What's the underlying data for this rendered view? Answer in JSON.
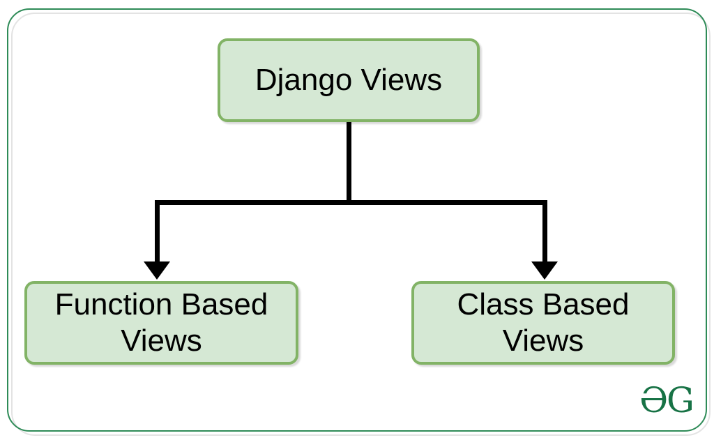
{
  "diagram": {
    "root": {
      "label": "Django Views"
    },
    "children": [
      {
        "label": "Function Based Views"
      },
      {
        "label": "Class Based Views"
      }
    ]
  },
  "logo": {
    "text": "ƏG"
  },
  "colors": {
    "frame_green": "#2e8b57",
    "frame_shadow": "#e3e3e3",
    "node_fill": "#d5e8d4",
    "node_stroke": "#82b366",
    "connector": "#000000",
    "logo_green": "#177245",
    "text": "#000000",
    "page_bg": "#ffffff"
  }
}
